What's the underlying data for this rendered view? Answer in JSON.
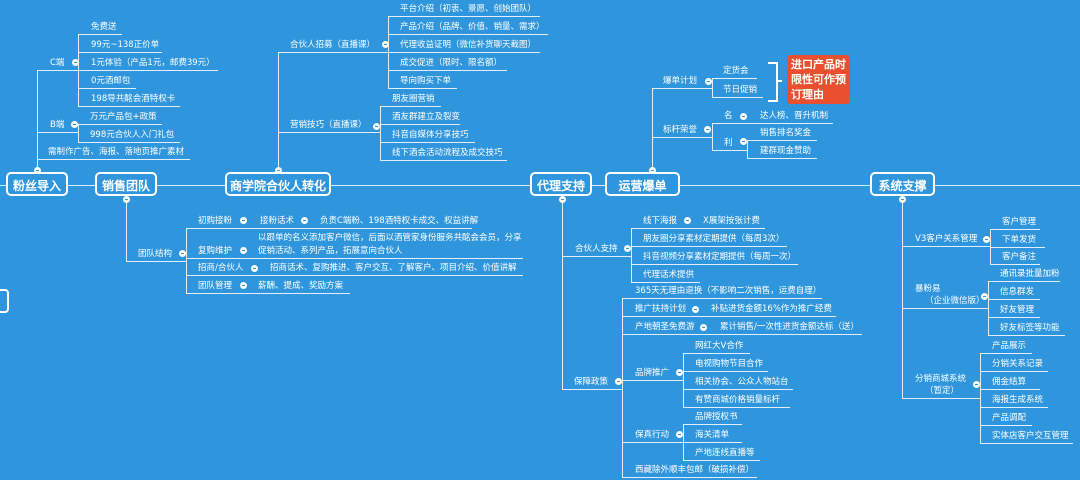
{
  "main_nodes": [
    "粉丝导入",
    "销售团队",
    "商学院合伙人转化",
    "代理支持",
    "运营爆单",
    "系统支撑"
  ],
  "fan_import": {
    "c_end": {
      "label": "C端",
      "items": [
        "免费送",
        "99元~138正价单",
        "1元体验（产品1元，邮费39元）",
        "0元酒邮包",
        "198导共酩会酒特权卡"
      ]
    },
    "b_end": {
      "label": "B端",
      "items": [
        "万元产品包+政策",
        "998元合伙人入门礼包"
      ]
    },
    "note": "需制作广告、海报、落地页推广素材"
  },
  "sales_team": {
    "structure_label": "团队结构",
    "first_buy": {
      "label": "初购接粉",
      "sub": "接粉话术",
      "detail": "负责C端粉、198酒特权卡成交、权益讲解"
    },
    "repurchase": {
      "label": "复购维护",
      "detail_line1": "以跟单的名义添加客户微信，后面以酒管家身份服务共酩会会员，分享",
      "detail_line2": "促销活动、系列产品，拓展意向合伙人"
    },
    "recruit": {
      "label": "招商/合伙人",
      "detail": "招商话术、复购推进、客户交互、了解客户、项目介绍、价值讲解"
    },
    "management": {
      "label": "团队管理",
      "detail": "薪酬、提成、奖励方案"
    }
  },
  "academy": {
    "recruit": {
      "label": "合伙人招募（直播课）",
      "items": [
        "平台介绍（初衷、景愿、创始团队）",
        "产品介绍（品牌、价值、销量、需求）",
        "代理收益证明（微信补货聊天截图）",
        "成交促进（限时、限名额）",
        "导向购买下单"
      ]
    },
    "marketing": {
      "label": "营销技巧（直播课）",
      "items": [
        "朋友圈营销",
        "酒友群建立及裂变",
        "抖音自媒体分享技巧",
        "线下酒会活动流程及成交技巧"
      ]
    }
  },
  "agent_support": {
    "partner_support": {
      "label": "合伙人支持",
      "poster": "线下海报",
      "poster_detail": "X展架按张计费",
      "items": [
        "朋友圈分享素材定期提供（每周3次）",
        "抖音视频分享素材定期提供（每周一次）",
        "代理话术提供"
      ]
    },
    "guarantee": {
      "label": "保障政策",
      "return": "365天无理由退换（不影响二次销售，运费自理）",
      "promo": {
        "label": "推广扶持计划",
        "detail": "补贴进货金额16%作为推广经费"
      },
      "pilgrimage": {
        "label": "产地朝圣免费游",
        "detail": "累计销售/一次性进货金额达标（送）"
      },
      "brand": {
        "label": "品牌推广",
        "items": [
          "网红大V合作",
          "电视购物节目合作",
          "相关协会、公众人物站台",
          "有赞商城价格销量标杆"
        ]
      },
      "authentic": {
        "label": "保真行动",
        "items": [
          "品牌授权书",
          "海关清单",
          "产地连线直播等"
        ]
      },
      "shipping": "西藏除外顺丰包邮（破损补偿）"
    }
  },
  "operations": {
    "burst": {
      "label": "爆单计划",
      "items": [
        "定货会",
        "节日促销"
      ],
      "callout": "进口产品时限性可作预订理由"
    },
    "honor": {
      "label": "标杆荣誉",
      "fame": "名",
      "fame_detail": "达人榜、晋升机制",
      "profit": "利",
      "profit_items": [
        "销售排名奖金",
        "建群现金赞助"
      ]
    }
  },
  "system": {
    "crm": {
      "label": "V3客户关系管理",
      "items": [
        "客户管理",
        "下单发货",
        "客户备注"
      ]
    },
    "baofen": {
      "label": "暴粉易",
      "sublabel": "（企业微信版）",
      "items": [
        "通讯录批量加粉",
        "信息群发",
        "好友管理",
        "好友标签等功能"
      ]
    },
    "mall": {
      "label": "分销商城系统",
      "sublabel": "（暂定）",
      "items": [
        "产品展示",
        "分销关系记录",
        "佣金结算",
        "海报生成系统",
        "产品调配",
        "实体店客户交互管理"
      ]
    }
  }
}
